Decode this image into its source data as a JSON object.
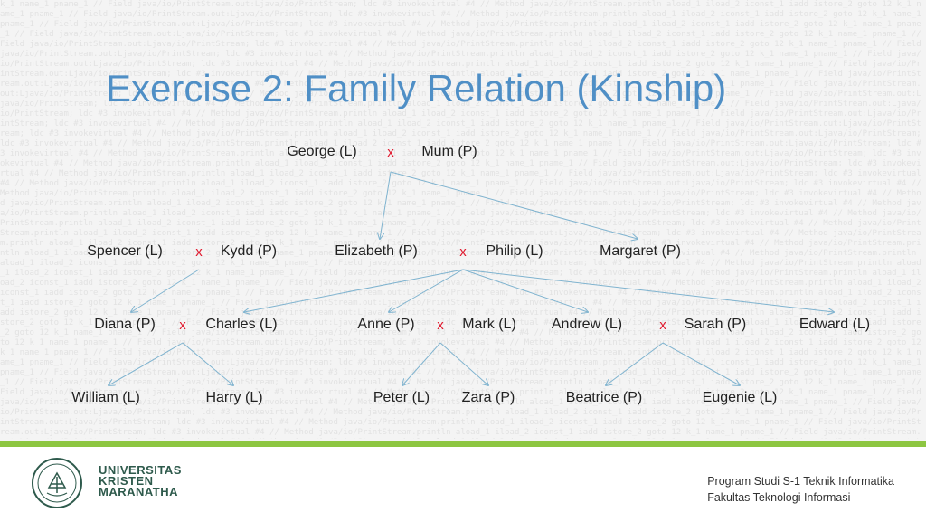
{
  "slide": {
    "title": "Exercise 2: Family Relation (Kinship)"
  },
  "diagram": {
    "nodes": {
      "george": "George (L)",
      "mum": "Mum (P)",
      "spencer": "Spencer (L)",
      "kydd": "Kydd (P)",
      "elizabeth": "Elizabeth (P)",
      "philip": "Philip (L)",
      "margaret": "Margaret (P)",
      "diana": "Diana (P)",
      "charles": "Charles (L)",
      "anne": "Anne (P)",
      "mark": "Mark (L)",
      "andrew": "Andrew (L)",
      "sarah": "Sarah (P)",
      "edward": "Edward  (L)",
      "william": "William (L)",
      "harry": "Harry (L)",
      "peter": "Peter (L)",
      "zara": "Zara (P)",
      "beatrice": "Beatrice (P)",
      "eugenie": "Eugenie (L)"
    },
    "marriage_symbol": "x"
  },
  "footer": {
    "university_line1": "UNIVERSITAS",
    "university_line2": "KRISTEN",
    "university_line3": "MARANATHA",
    "program_line1": "Program Studi S-1 Teknik Informatika",
    "program_line2": "Fakultas Teknologi Informasi"
  },
  "colors": {
    "title": "#4f8fc6",
    "marriage_symbol": "#e0182d",
    "edge": "#7fb3cf",
    "footer_accent": "#8dc641",
    "university_text": "#2e5a4c"
  }
}
